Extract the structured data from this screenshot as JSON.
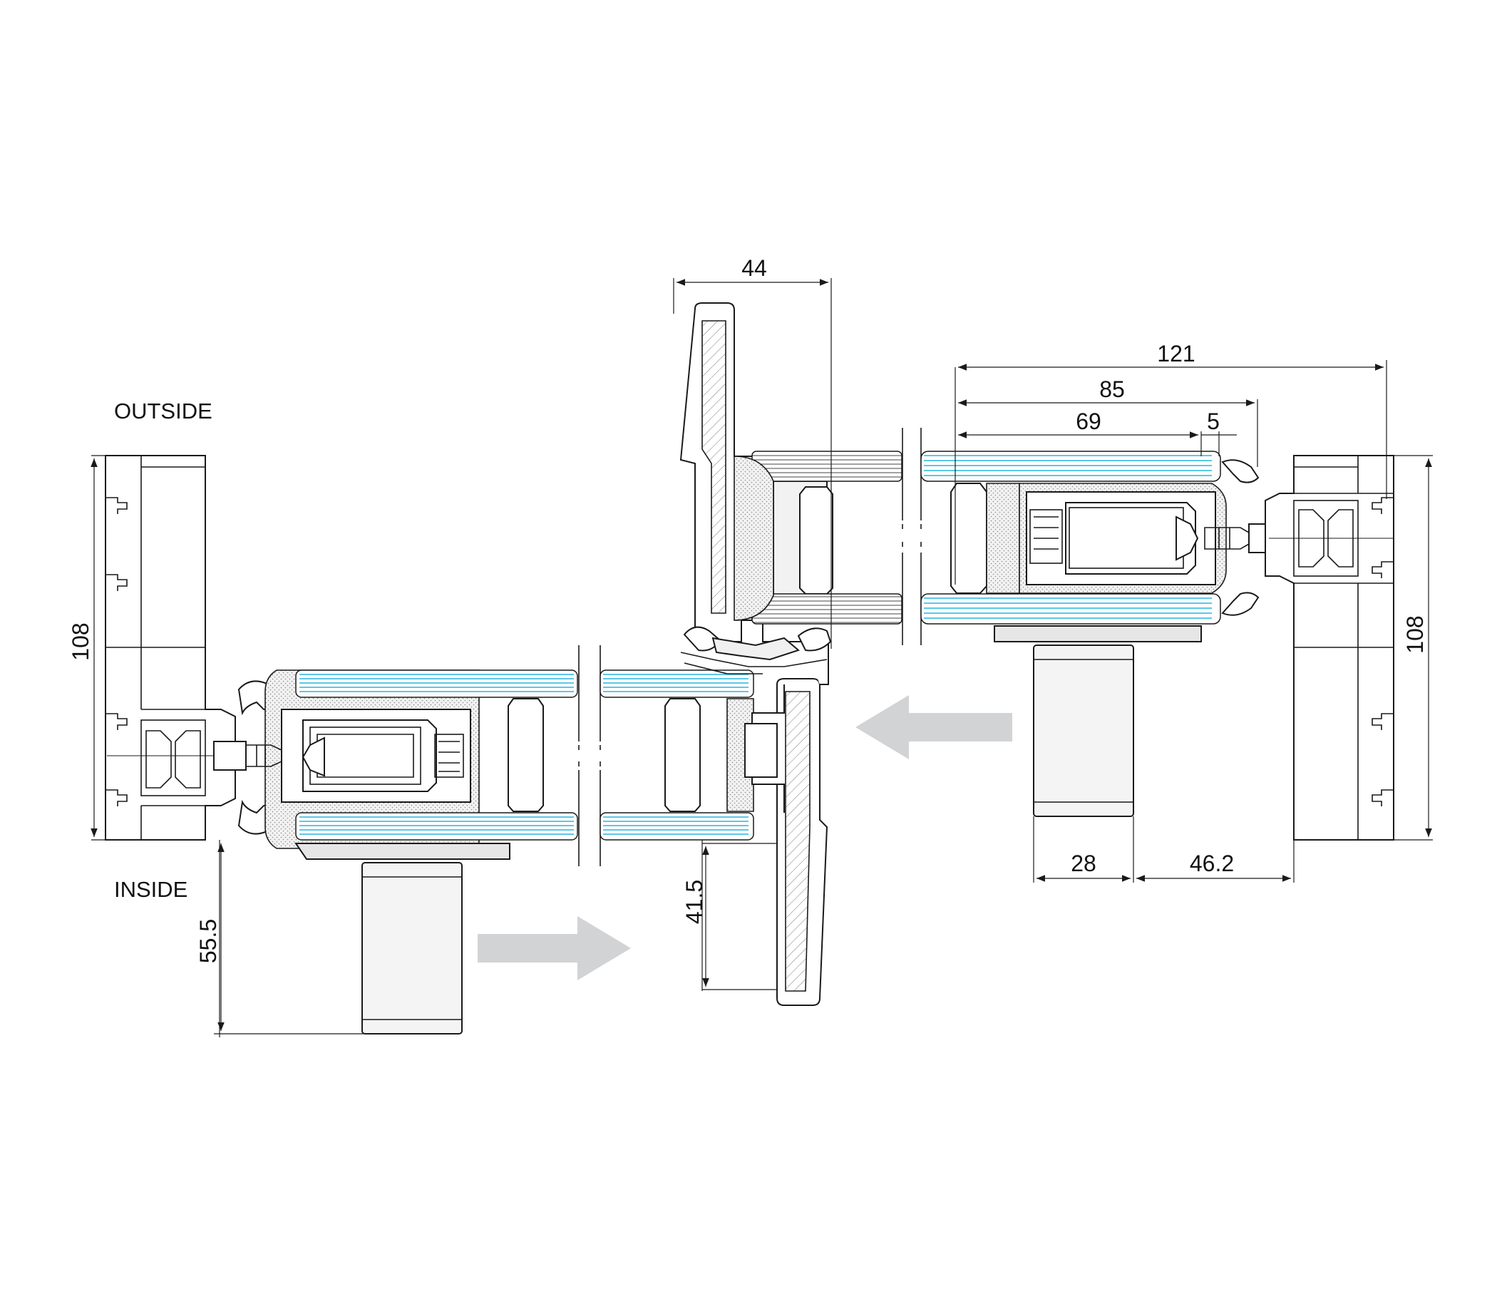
{
  "labels": {
    "outside": "OUTSIDE",
    "inside": "INSIDE"
  },
  "dimensions": {
    "top_width": "44",
    "overall_width": "121",
    "frame_width": "85",
    "glass_width": "69",
    "gap": "5",
    "left_height": "108",
    "right_height": "108",
    "handle_width": "28",
    "handle_offset": "46.2",
    "handle_depth_left": "55.5",
    "handle_depth_center": "41.5"
  },
  "colors": {
    "glass": "#5bc8e8",
    "arrow": "#d2d3d5",
    "line": "#1a1a1a",
    "handle_fill": "#f4f4f4",
    "seal_fill": "#e6e6e6"
  },
  "icons": {
    "arrow_right": "arrow-right-icon",
    "arrow_left": "arrow-left-icon"
  }
}
